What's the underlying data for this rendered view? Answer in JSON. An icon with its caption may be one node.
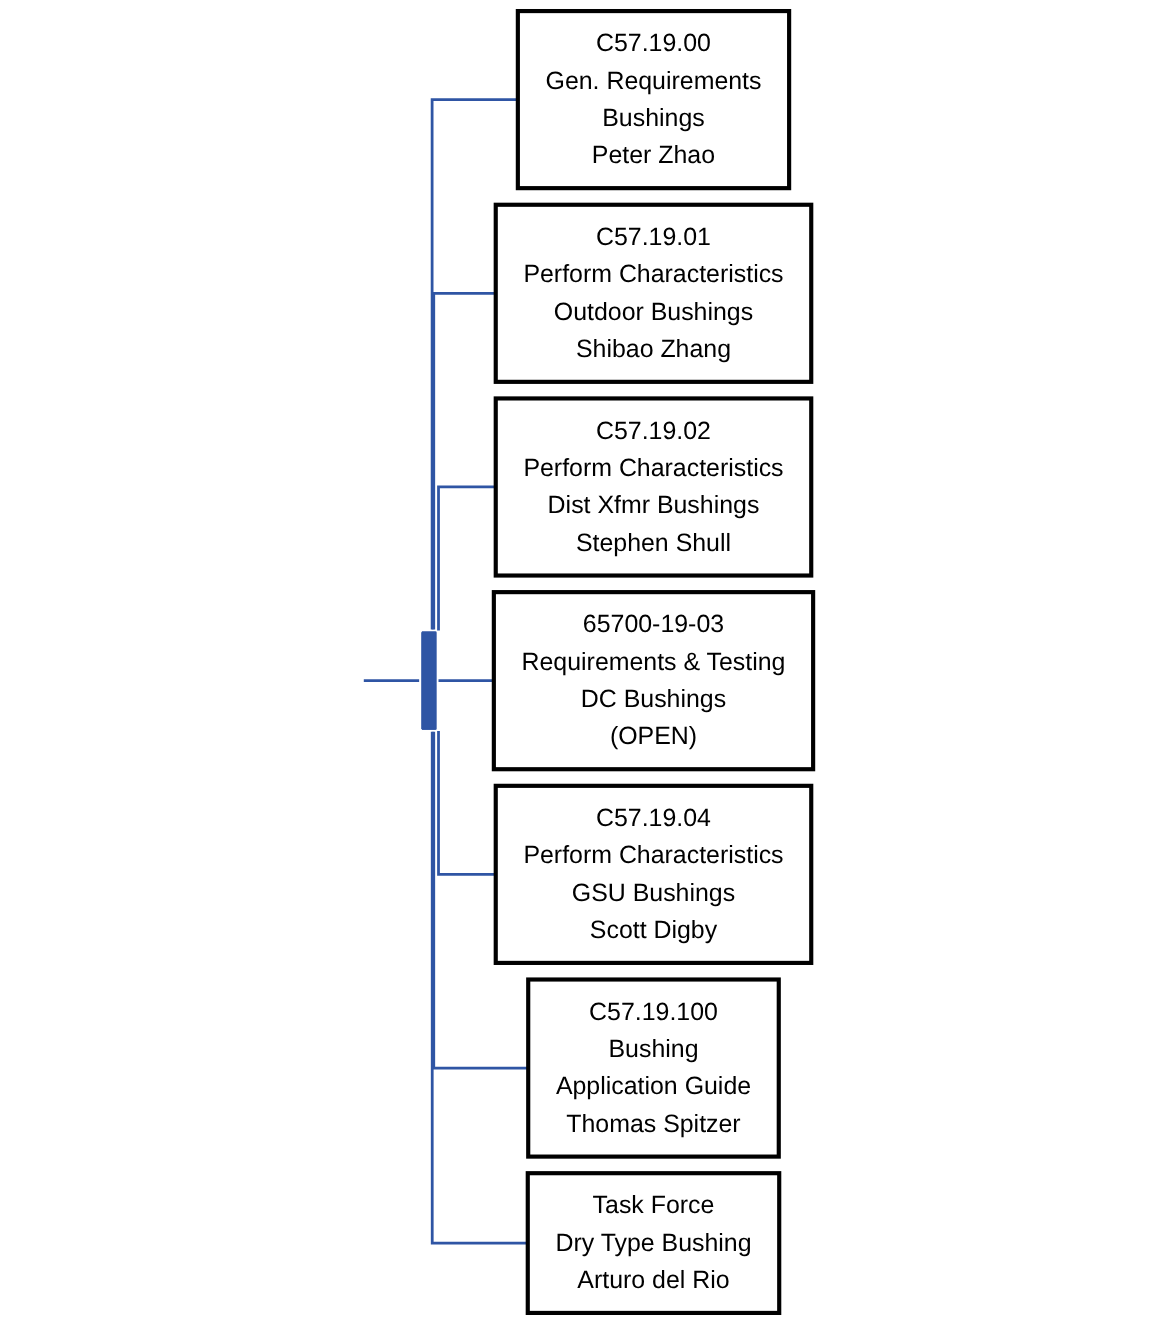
{
  "diagram": {
    "nodes": [
      {
        "text": [
          "C57.19.00",
          "Gen. Requirements",
          "Bushings",
          "Peter Zhao"
        ]
      },
      {
        "text": [
          "C57.19.01",
          "Perform Characteristics",
          "Outdoor Bushings",
          "Shibao Zhang"
        ]
      },
      {
        "text": [
          "C57.19.02",
          "Perform Characteristics",
          "Dist Xfmr Bushings",
          "Stephen Shull"
        ]
      },
      {
        "text": [
          "65700-19-03",
          "Requirements & Testing",
          "DC Bushings",
          "(OPEN)"
        ]
      },
      {
        "text": [
          "C57.19.04",
          "Perform Characteristics",
          "GSU Bushings",
          "Scott Digby"
        ]
      },
      {
        "text": [
          "C57.19.100",
          "Bushing",
          "Application Guide",
          "Thomas Spitzer"
        ]
      },
      {
        "text": [
          "Task Force",
          "Dry Type Bushing",
          "Arturo del Rio"
        ]
      },
      {
        "text": [],
        "shape": "bar"
      }
    ],
    "edges": [
      {
        "from": null,
        "to": 7,
        "arrow": "none"
      },
      {
        "from": 7,
        "to": 0,
        "arrow": "none"
      },
      {
        "from": 7,
        "to": 1,
        "arrow": "none"
      },
      {
        "from": 7,
        "to": 2,
        "arrow": "none"
      },
      {
        "from": 7,
        "to": 3,
        "arrow": "none"
      },
      {
        "from": 7,
        "to": 4,
        "arrow": "none"
      },
      {
        "from": 7,
        "to": 5,
        "arrow": "none"
      },
      {
        "from": 7,
        "to": 6,
        "arrow": "none"
      }
    ]
  }
}
